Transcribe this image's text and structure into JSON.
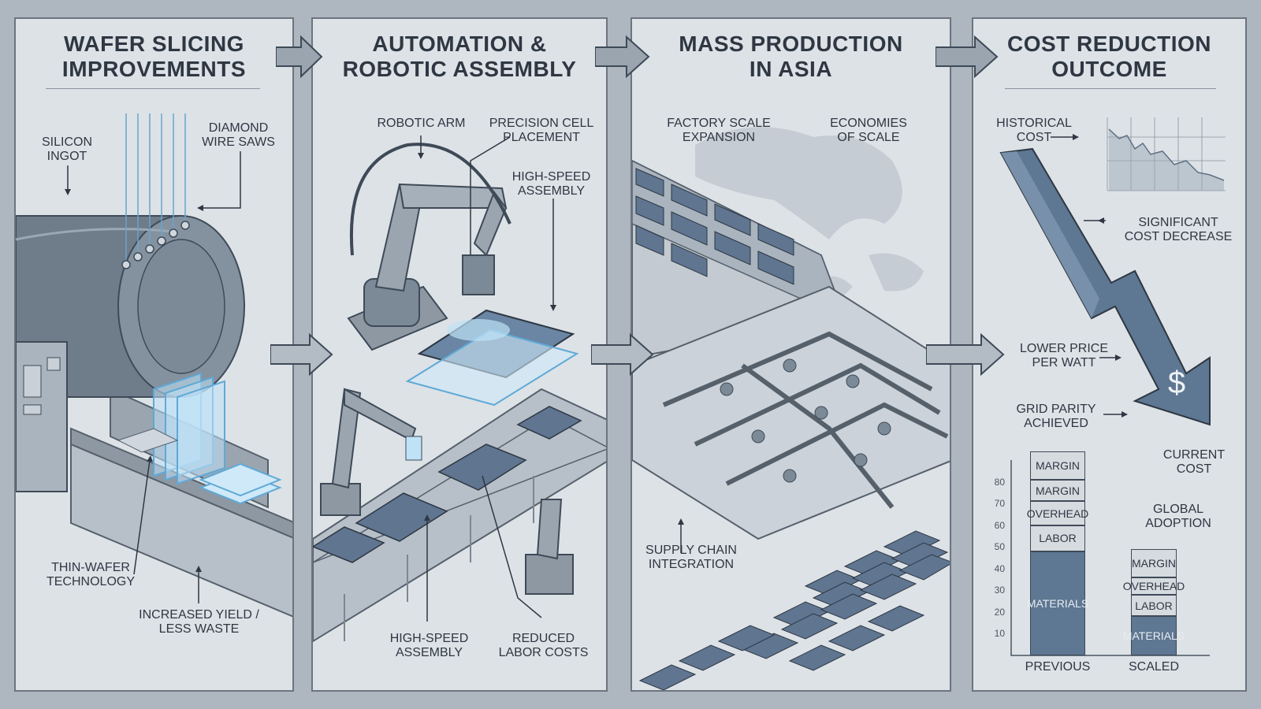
{
  "panels": [
    {
      "title": [
        "WAFER SLICING",
        "IMPROVEMENTS"
      ],
      "labels": {
        "silicon_ingot": [
          "SILICON",
          "INGOT"
        ],
        "diamond_wire_saws": [
          "DIAMOND",
          "WIRE SAWS"
        ],
        "thin_wafer": [
          "THIN-WAFER",
          "TECHNOLOGY"
        ],
        "increased_yield": [
          "INCREASED YIELD /",
          "LESS WASTE"
        ]
      }
    },
    {
      "title": [
        "AUTOMATION &",
        "ROBOTIC ASSEMBLY"
      ],
      "labels": {
        "robotic_arm": [
          "ROBOTIC ARM"
        ],
        "precision_cell": [
          "PRECISION CELL",
          "PLACEMENT"
        ],
        "high_speed_top": [
          "HIGH-SPEED",
          "ASSEMBLY"
        ],
        "high_speed_bottom": [
          "HIGH-SPEED",
          "ASSEMBLY"
        ],
        "reduced_labor": [
          "REDUCED",
          "LABOR COSTS"
        ]
      }
    },
    {
      "title": [
        "MASS PRODUCTION",
        "IN ASIA"
      ],
      "labels": {
        "factory_scale": [
          "FACTORY SCALE",
          "EXPANSION"
        ],
        "economies": [
          "ECONOMIES",
          "OF SCALE"
        ],
        "supply_chain": [
          "SUPPLY CHAIN",
          "INTEGRATION"
        ]
      }
    },
    {
      "title": [
        "COST REDUCTION",
        "OUTCOME"
      ],
      "labels": {
        "historical": [
          "HISTORICAL",
          "COST"
        ],
        "significant": [
          "SIGNIFICANT",
          "COST DECREASE"
        ],
        "lower_price": [
          "LOWER PRICE",
          "PER WATT"
        ],
        "grid_parity": [
          "GRID PARITY",
          "ACHIEVED"
        ],
        "current_cost": [
          "CURRENT",
          "COST"
        ],
        "global_adoption": [
          "GLOBAL",
          "ADOPTION"
        ]
      },
      "dollar_symbol": "$"
    }
  ],
  "chart_data": {
    "type": "bar",
    "stacked": true,
    "categories": [
      "PREVIOUS",
      "SCALED"
    ],
    "y_ticks": [
      10,
      20,
      30,
      40,
      50,
      60,
      70,
      80
    ],
    "ylim": [
      0,
      90
    ],
    "stacks": [
      [
        {
          "name": "MATERIALS",
          "value": 48
        },
        {
          "name": "LABOR",
          "value": 12
        },
        {
          "name": "OVERHEAD",
          "value": 11
        },
        {
          "name": "MARGIN",
          "value": 10
        },
        {
          "name": "MARGIN",
          "value": 13
        }
      ],
      [
        {
          "name": "MATERIALS",
          "value": 18
        },
        {
          "name": "LABOR",
          "value": 10
        },
        {
          "name": "OVERHEAD",
          "value": 8
        },
        {
          "name": "MARGIN",
          "value": 13
        }
      ]
    ]
  },
  "colors": {
    "panel_bg": "#dde2e7",
    "outer_bg": "#aeb6bf",
    "ink": "#2e3742",
    "accent_blue": "#5e7792",
    "glow": "#8fc8ec"
  }
}
